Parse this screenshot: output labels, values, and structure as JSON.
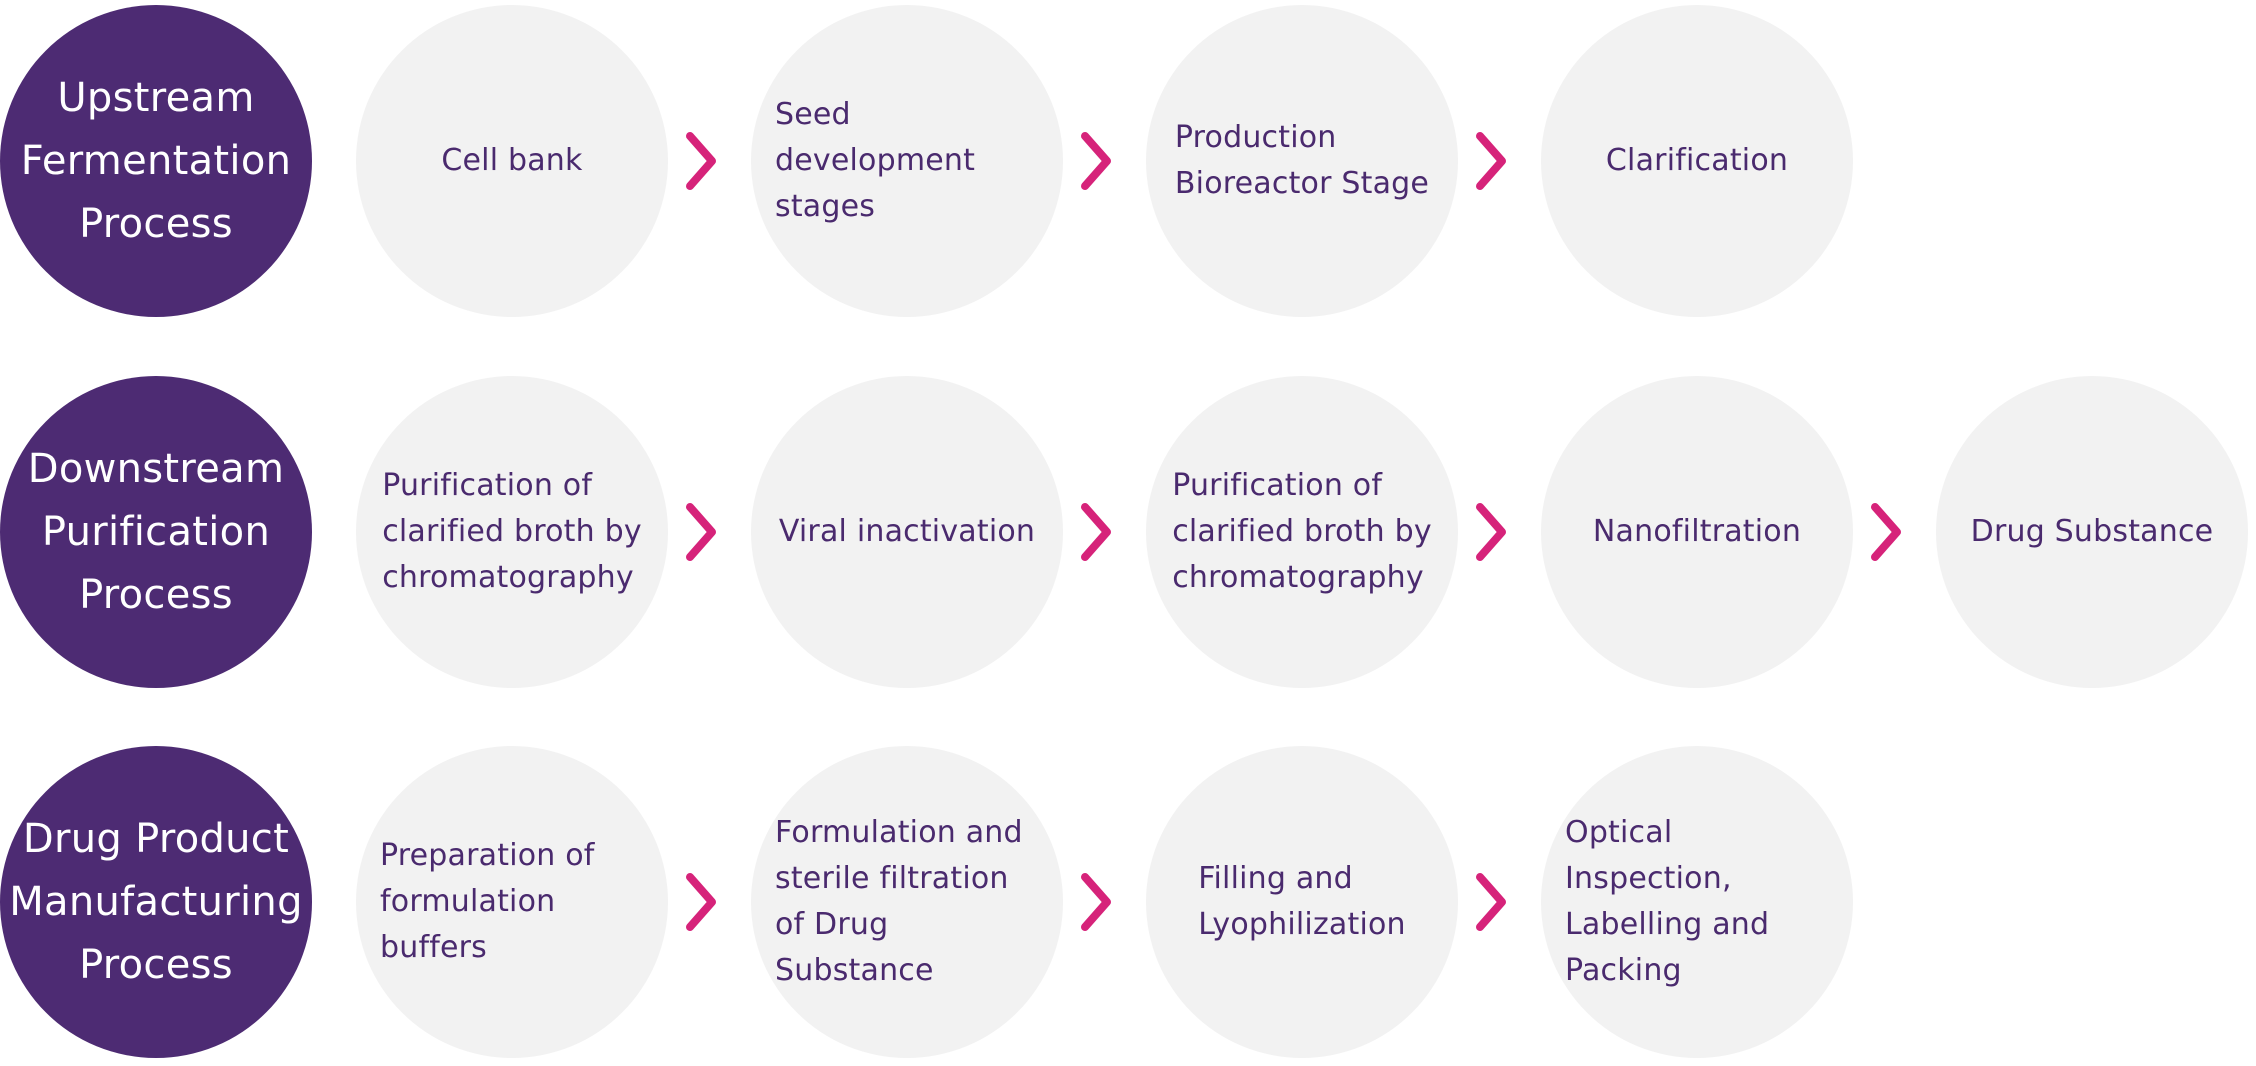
{
  "colors": {
    "header_circle": "#4d2b73",
    "step_circle": "#f2f2f2",
    "step_text": "#4a2a6e",
    "arrow": "#d6237a"
  },
  "icons": {
    "arrow": "chevron-right-icon"
  },
  "rows": [
    {
      "header": "Upstream\nFermentation\nProcess",
      "steps": [
        "Cell bank",
        "Seed development\nstages",
        "Production\nBioreactor Stage",
        "Clarification"
      ]
    },
    {
      "header": "Downstream\nPurification\nProcess",
      "steps": [
        "Purification of\nclarified broth by\nchromatography",
        "Viral inactivation",
        "Purification of\nclarified broth by\nchromatography",
        "Nanofiltration",
        "Drug Substance"
      ]
    },
    {
      "header": "Drug Product\nManufacturing\nProcess",
      "steps": [
        "Preparation of\nformulation buffers",
        "Formulation and\nsterile filtration\nof Drug Substance",
        "Filling and\nLyophilization",
        "Optical Inspection,\nLabelling and\nPacking"
      ]
    }
  ]
}
